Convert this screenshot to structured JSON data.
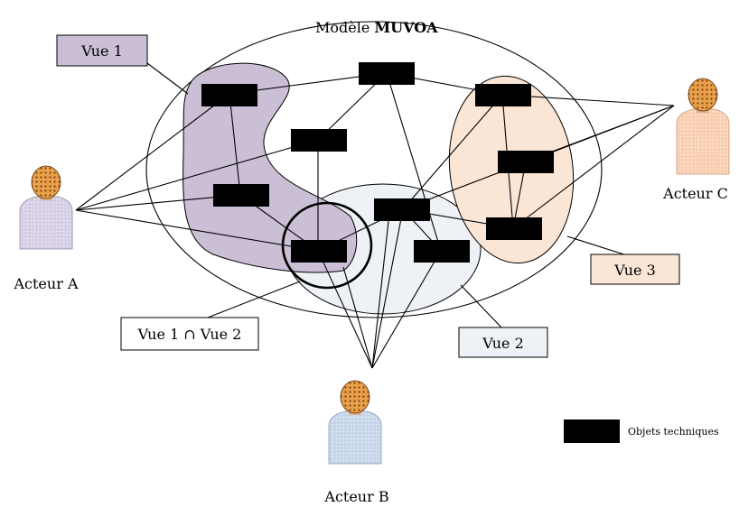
{
  "title": {
    "prefix": "Modèle ",
    "bold": "MUVOA"
  },
  "views": {
    "vue1": "Vue 1",
    "vue2": "Vue 2",
    "vue3": "Vue 3",
    "intersection": "Vue 1 ∩ Vue 2"
  },
  "actors": {
    "a": "Acteur A",
    "b": "Acteur B",
    "c": "Acteur C"
  },
  "legend": {
    "label": "Objets techniques"
  },
  "colors": {
    "vue1": "#cbbfd6",
    "vue2": "#eef1f5",
    "vue3": "#fbe6d6",
    "object": "#000000",
    "face": "#e49a3e"
  },
  "icons": [
    "person-icon"
  ]
}
